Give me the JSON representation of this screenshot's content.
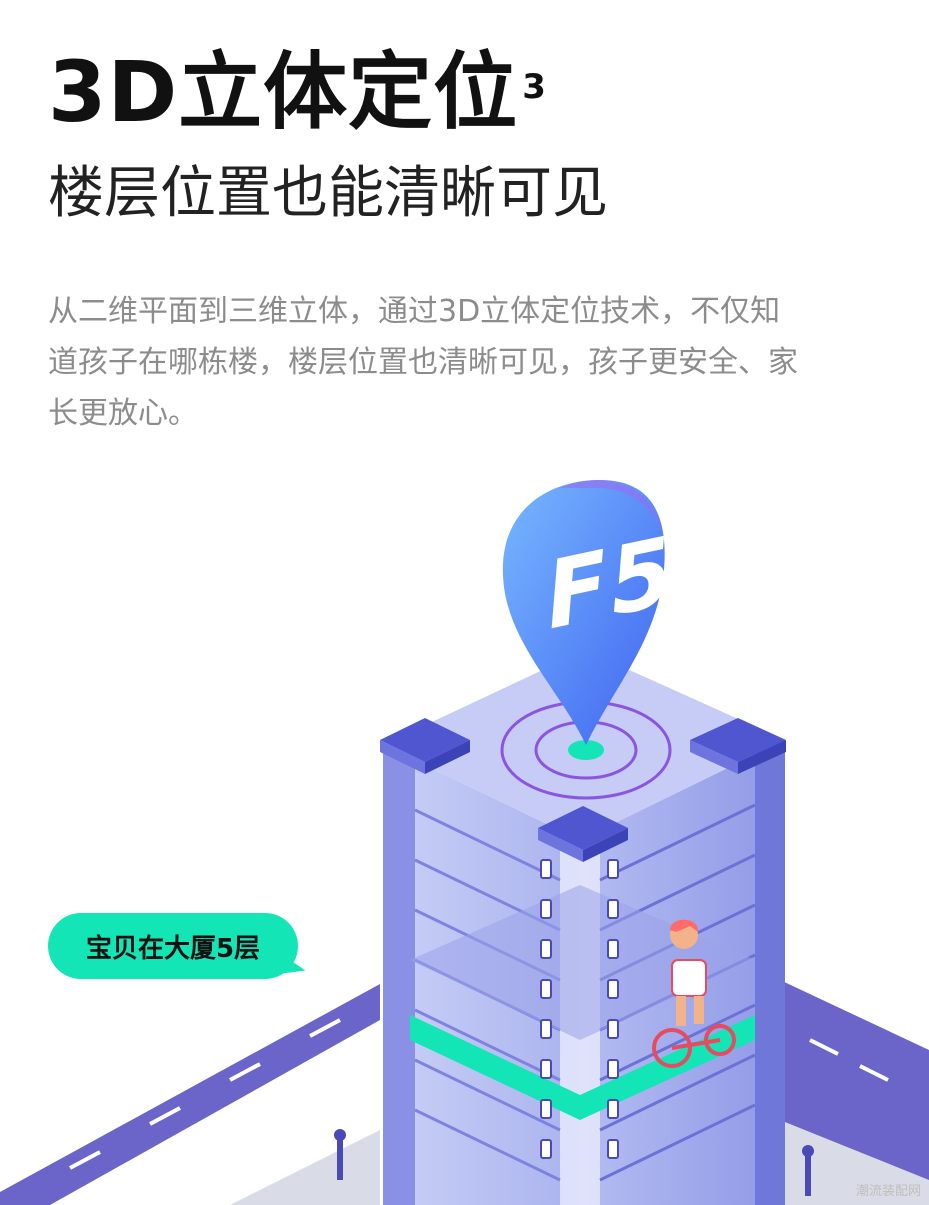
{
  "header": {
    "headline": "3D立体定位",
    "headline_sup": "3",
    "subheadline": "楼层位置也能清晰可见"
  },
  "description": "从二维平面到三维立体，通过3D立体定位技术，不仅知道孩子在哪栋楼，楼层位置也清晰可见，孩子更安全、家长更放心。",
  "illustration": {
    "pin_label": "F5",
    "location_bubble": "宝贝在大厦5层",
    "colors": {
      "road": "#6b64c9",
      "building_glass": "#b8c2f5",
      "building_frame": "#7f86e3",
      "pin": "#4d8dff",
      "highlight": "#13e5b6",
      "child_shirt": "#ffffff",
      "child_hair": "#ff6b6b",
      "bike": "#e84a5f"
    }
  },
  "watermark": "潮流装配网"
}
